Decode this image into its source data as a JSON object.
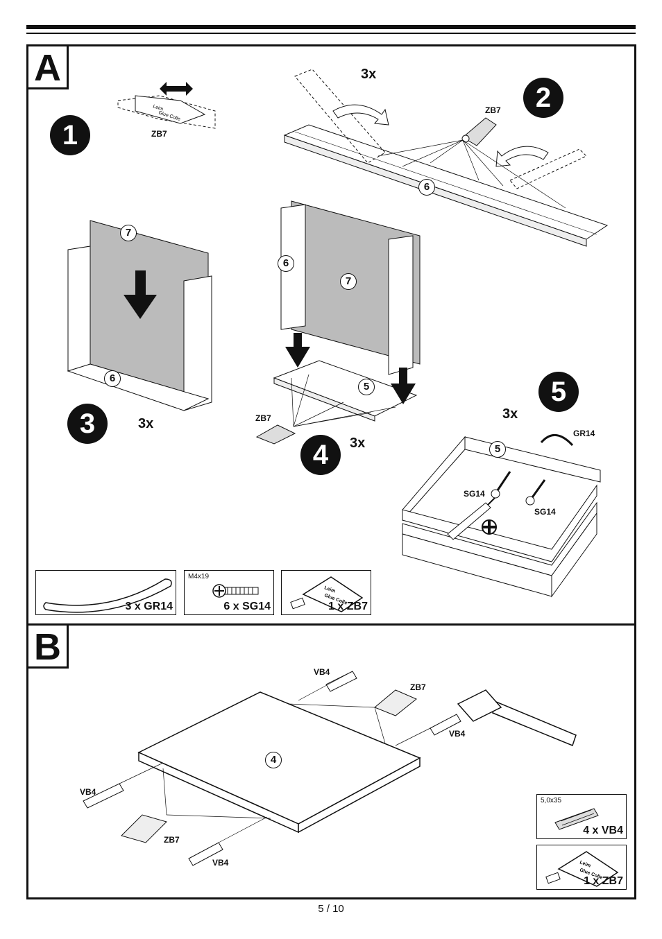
{
  "sections": {
    "a": {
      "label": "A"
    },
    "b": {
      "label": "B"
    }
  },
  "steps": {
    "s1": {
      "number": "1",
      "glue_label": "ZB7"
    },
    "s2": {
      "number": "2",
      "multiplier": "3x",
      "glue_label": "ZB7",
      "part": "6"
    },
    "s3": {
      "number": "3",
      "multiplier": "3x",
      "part_board": "7",
      "part_frame": "6"
    },
    "s4": {
      "number": "4",
      "multiplier": "3x",
      "glue_label": "ZB7",
      "part_side": "6",
      "part_board": "7",
      "part_base": "5"
    },
    "s5": {
      "number": "5",
      "multiplier": "3x",
      "part": "5",
      "rail_label": "GR14",
      "screw_label_1": "SG14",
      "screw_label_2": "SG14"
    }
  },
  "legend_a": [
    {
      "spec": "",
      "qty": "3 x GR14",
      "icon": "rail-icon"
    },
    {
      "spec": "M4x19",
      "qty": "6 x SG14",
      "icon": "screw-icon"
    },
    {
      "spec": "",
      "qty": "1 x ZB7",
      "icon": "glue-tube-icon"
    }
  ],
  "section_b": {
    "part": "4",
    "dowel_labels": [
      "VB4",
      "VB4",
      "VB4",
      "VB4"
    ],
    "glue_labels": [
      "ZB7",
      "ZB7"
    ]
  },
  "legend_b": [
    {
      "spec": "5,0x35",
      "qty": "4 x VB4",
      "icon": "dowel-icon"
    },
    {
      "spec": "",
      "qty": "1 x ZB7",
      "icon": "glue-tube-icon"
    }
  ],
  "tube_text": {
    "line1": "Leim",
    "line2": "Glue Colle"
  },
  "page": {
    "number": "5 / 10"
  }
}
